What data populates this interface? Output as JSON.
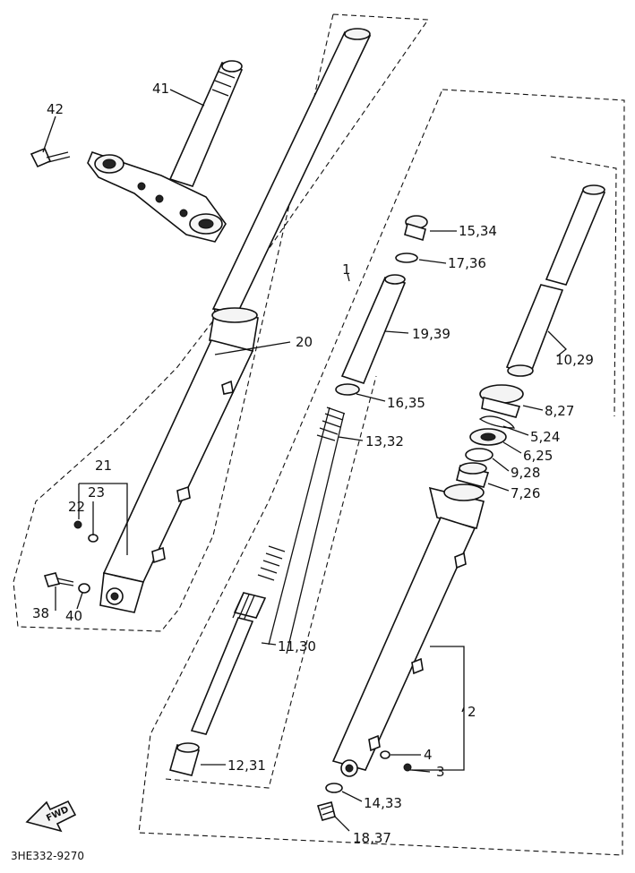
{
  "diagram": {
    "code": "3HE332-9270",
    "fwd_label": "FWD",
    "callouts": {
      "c41": "41",
      "c42": "42",
      "c20": "20",
      "c21": "21",
      "c22": "22",
      "c23": "23",
      "c38": "38",
      "c40": "40",
      "c1": "1",
      "c15": "15,34",
      "c17": "17,36",
      "c19": "19,39",
      "c16": "16,35",
      "c13": "13,32",
      "c11": "11,30",
      "c12": "12,31",
      "c10": "10,29",
      "c8": "8,27",
      "c5": "5,24",
      "c6": "6,25",
      "c9": "9,28",
      "c7": "7,26",
      "c2": "2",
      "c4": "4",
      "c3": "3",
      "c14": "14,33",
      "c18": "18,37"
    }
  }
}
